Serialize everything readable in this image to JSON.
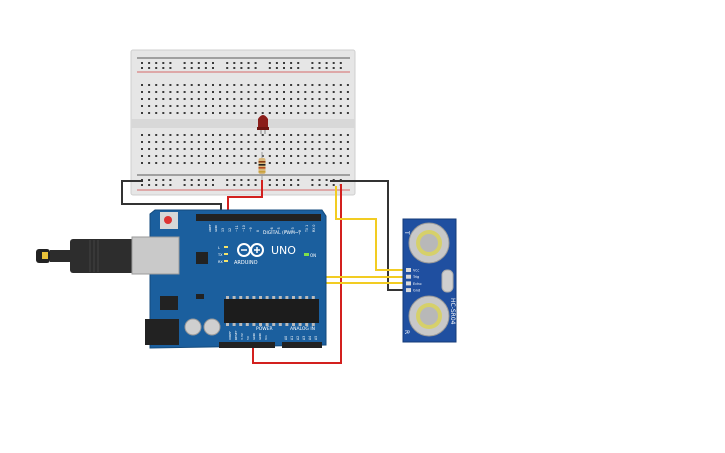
{
  "arduino": {
    "logo": "UNO",
    "brand": "ARDUINO",
    "digital_label": "DIGITAL (PWM~)",
    "power_label": "POWER",
    "analog_label": "ANALOG IN",
    "on_label": "ON",
    "tx_label": "TX",
    "rx_label": "RX",
    "l_label": "L",
    "aref_label": "AREF",
    "gnd_label": "GND",
    "ioref_label": "IOREF",
    "reset_label": "RESET",
    "v33_label": "3.3V",
    "v5_label": "5V",
    "vin_label": "Vin",
    "pins_digital": [
      "13",
      "12",
      "~11",
      "~10",
      "~9",
      "8",
      "7",
      "~6",
      "~5",
      "4",
      "~3",
      "2",
      "TX 1",
      "RX 0"
    ],
    "pins_analog": [
      "A0",
      "A1",
      "A2",
      "A3",
      "A4",
      "A5"
    ]
  },
  "sensor": {
    "model": "HC-SR04",
    "pins": [
      "Vcc",
      "Trig",
      "Echo",
      "Gnd"
    ],
    "t_label": "T",
    "r_label": "R"
  },
  "colors": {
    "board": "#1b5f9e",
    "wire_red": "#d3201e",
    "wire_black": "#333333",
    "wire_yellow": "#f2cc22",
    "led": "#8b1d1a",
    "breadboard": "#e8e8e8"
  }
}
